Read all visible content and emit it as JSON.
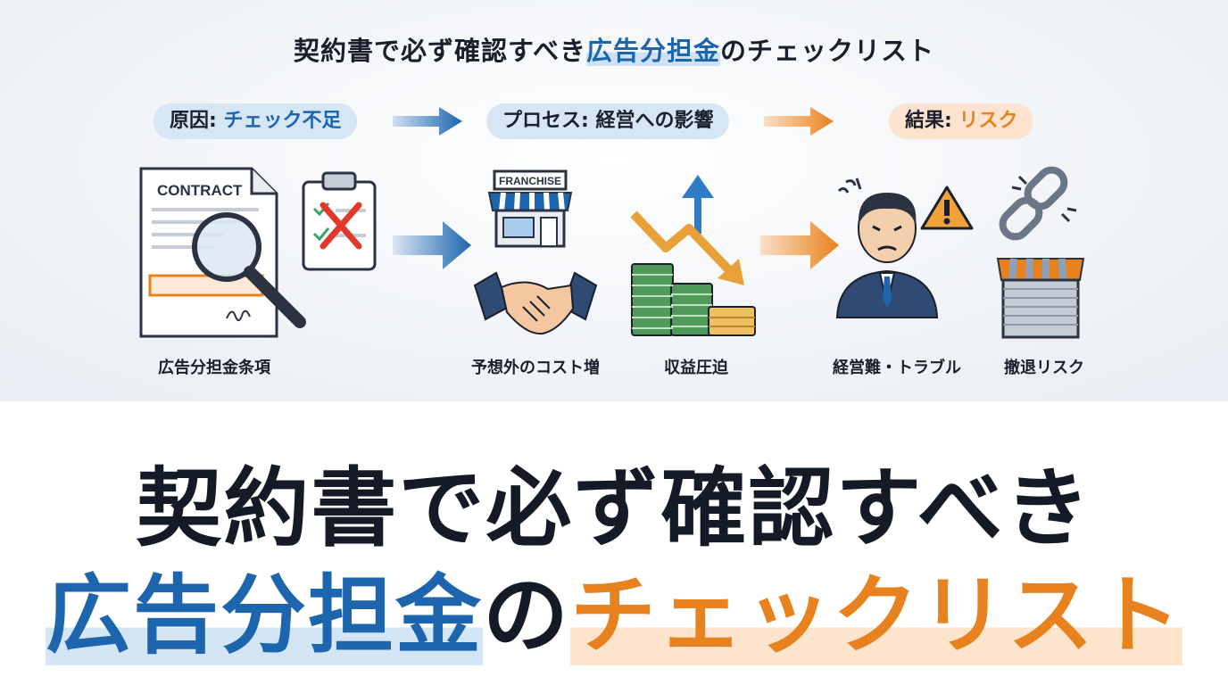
{
  "header": {
    "title_before": "契約書で必ず確認すべき",
    "title_highlight": "広告分担金",
    "title_after": "のチェックリスト"
  },
  "flow": [
    {
      "label": "原因: ",
      "value": "チェック不足",
      "color": "#1d65ad"
    },
    {
      "label": "プロセス: ",
      "value": "経営への影響",
      "color": "#1a1f2b"
    },
    {
      "label": "結果: ",
      "value": "リスク",
      "color": "#e8821e"
    }
  ],
  "icons": {
    "contract_text": "CONTRACT",
    "franchise_text": "FRANCHISE"
  },
  "captions": {
    "clause": "広告分担金条項",
    "cost": "予想外のコスト増",
    "profit": "収益圧迫",
    "trouble": "経営難・トラブル",
    "withdraw": "撤退リスク"
  },
  "headline": {
    "line1": "契約書で必ず確認すべき",
    "line2_blue": "広告分担金",
    "line2_mid": "の",
    "line2_orange": "チェックリスト"
  },
  "colors": {
    "accent_blue": "#1d65ad",
    "accent_orange": "#e8821e"
  }
}
